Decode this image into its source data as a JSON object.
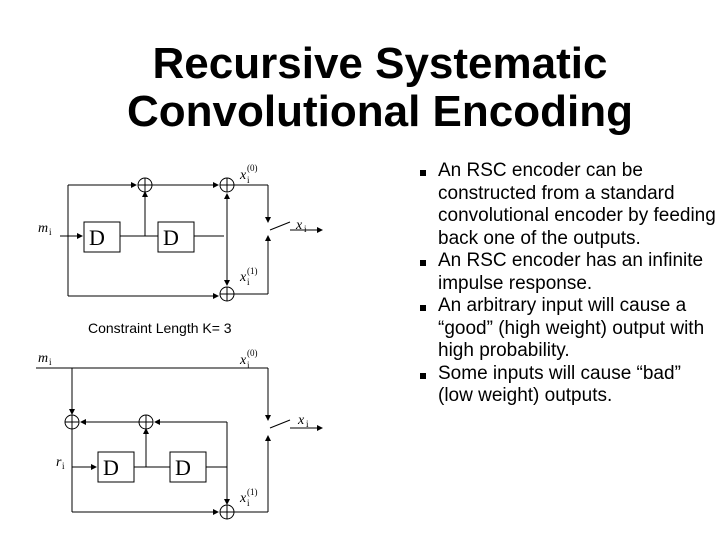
{
  "title": {
    "line1": "Recursive Systematic",
    "line2": "Convolutional Encoding"
  },
  "diagram": {
    "caption": "Constraint Length K= 3",
    "delay_label": "D",
    "input_m": "m",
    "input_r": "r",
    "sub_i": "i",
    "output_x": "x",
    "sup_0": "(0)",
    "sup_1": "(1)"
  },
  "bullets": [
    "An RSC encoder can be constructed from a standard convolutional encoder by feeding back one of the outputs.",
    "An RSC encoder has an infinite impulse response.",
    "An arbitrary input will cause a “good” (high weight) output with high probability.",
    "Some inputs will cause “bad” (low weight) outputs."
  ]
}
